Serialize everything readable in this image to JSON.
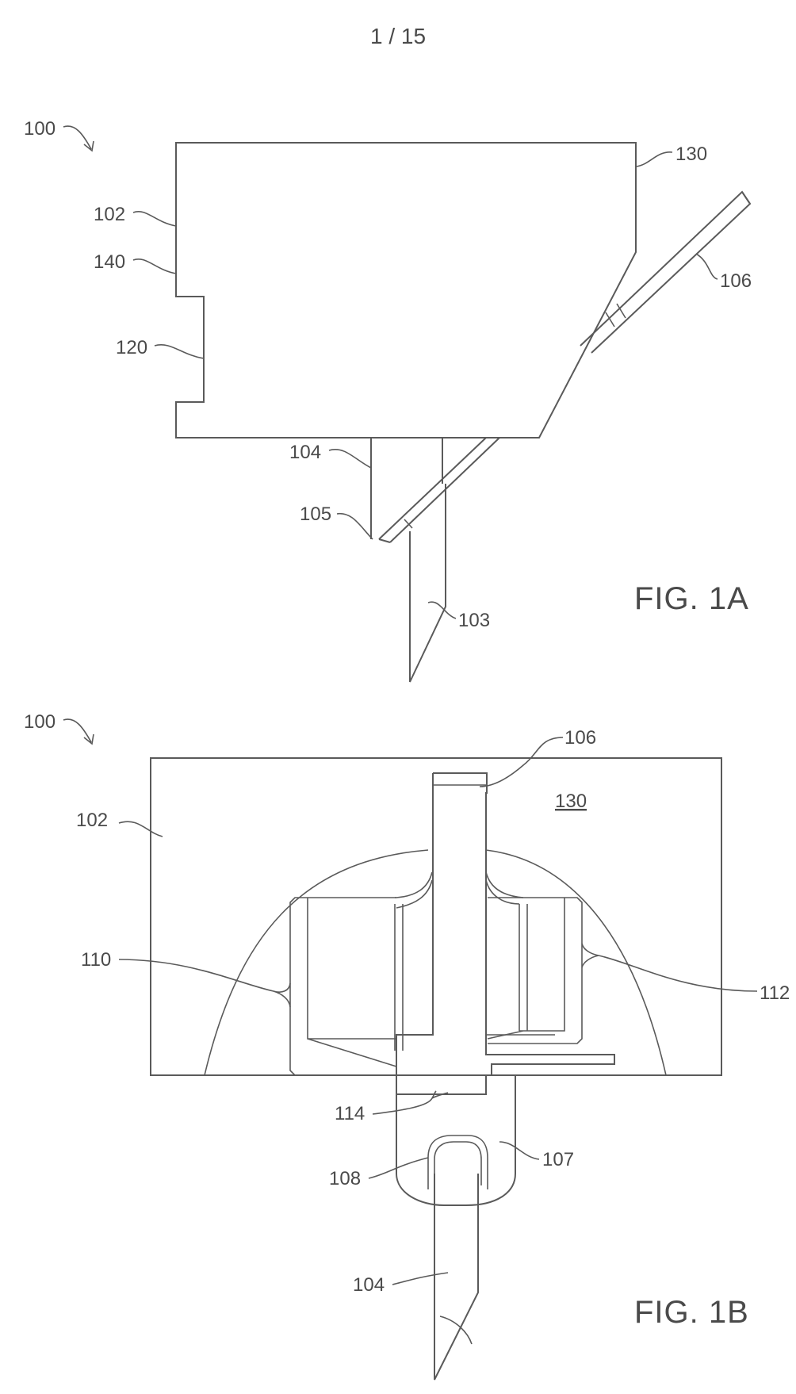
{
  "page_number": "1 / 15",
  "fig1a": {
    "caption": "FIG. 1A",
    "labels": {
      "r100": "100",
      "r102": "102",
      "r140": "140",
      "r120": "120",
      "r130": "130",
      "r106": "106",
      "r104": "104",
      "r105": "105",
      "r103": "103"
    }
  },
  "fig1b": {
    "caption": "FIG. 1B",
    "labels": {
      "r100": "100",
      "r106": "106",
      "r130": "130",
      "r102": "102",
      "r110": "110",
      "r112": "112",
      "r114": "114",
      "r107": "107",
      "r108": "108",
      "r104": "104"
    }
  }
}
